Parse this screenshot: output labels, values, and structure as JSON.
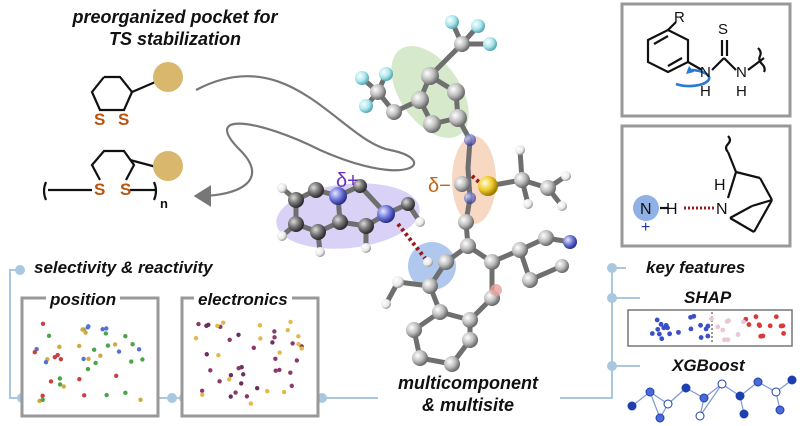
{
  "header": {
    "line1": "preorganized pocket for",
    "line2": "TS stabilization"
  },
  "features": {
    "selectivity": "selectivity & reactivity",
    "position": "position",
    "electronics": "electronics",
    "key_features": "key features",
    "shap": "SHAP",
    "xgboost": "XGBoost",
    "multi_line1": "multicomponent",
    "multi_line2": "& multisite"
  },
  "structures": {
    "disulfide_s1": "S",
    "disulfide_s2": "S",
    "polymer_s1": "S",
    "polymer_s2": "S",
    "polymer_n": "n",
    "thiourea_r": "R",
    "thiourea_s": "S",
    "thiourea_n1": "N",
    "thiourea_h1": "H",
    "thiourea_n2": "N",
    "thiourea_h2": "H",
    "amine_n": "N",
    "amine_h": "H",
    "amine_plus": "+",
    "quin_h": "H",
    "quin_n": "N"
  },
  "model": {
    "delta_plus": "δ+",
    "delta_minus": "δ−"
  },
  "colors": {
    "accent_blue": "#8fb6d8",
    "sulfur": "#b8560f",
    "gold": "#d9b76c",
    "purple": "#6b2fbf",
    "orange_delta": "#c0661a"
  }
}
